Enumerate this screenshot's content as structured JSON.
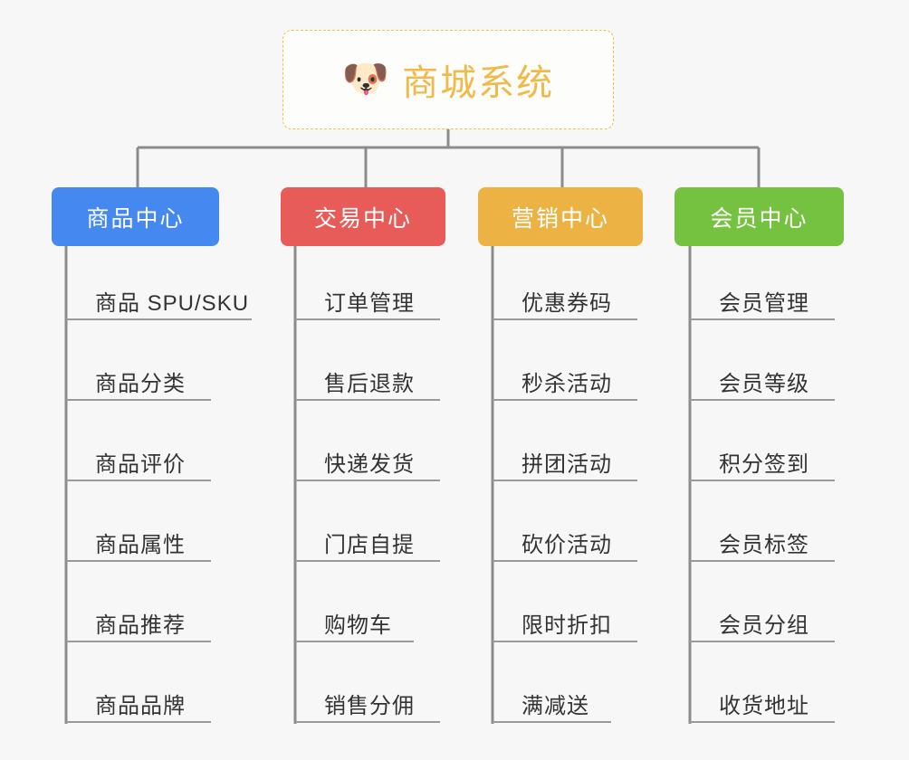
{
  "background_color": "#f7f7f7",
  "root": {
    "icon": "shiba-dog-face-emoji",
    "emoji": "🐶",
    "title": "商城系统",
    "border_color": "#f0c04a",
    "text_color": "#f0b94a"
  },
  "branches": [
    {
      "title": "商品中心",
      "color": "#4589f0",
      "items": [
        "商品 SPU/SKU",
        "商品分类",
        "商品评价",
        "商品属性",
        "商品推荐",
        "商品品牌"
      ]
    },
    {
      "title": "交易中心",
      "color": "#e75c59",
      "items": [
        "订单管理",
        "售后退款",
        "快递发货",
        "门店自提",
        "购物车",
        "销售分佣"
      ]
    },
    {
      "title": "营销中心",
      "color": "#edb244",
      "items": [
        "优惠券码",
        "秒杀活动",
        "拼团活动",
        "砍价活动",
        "限时折扣",
        "满减送"
      ]
    },
    {
      "title": "会员中心",
      "color": "#74c23f",
      "items": [
        "会员管理",
        "会员等级",
        "积分签到",
        "会员标签",
        "会员分组",
        "收货地址"
      ]
    }
  ],
  "connector_color": "#8c8c8c",
  "leaf_rule_color": "#9a9a9a"
}
